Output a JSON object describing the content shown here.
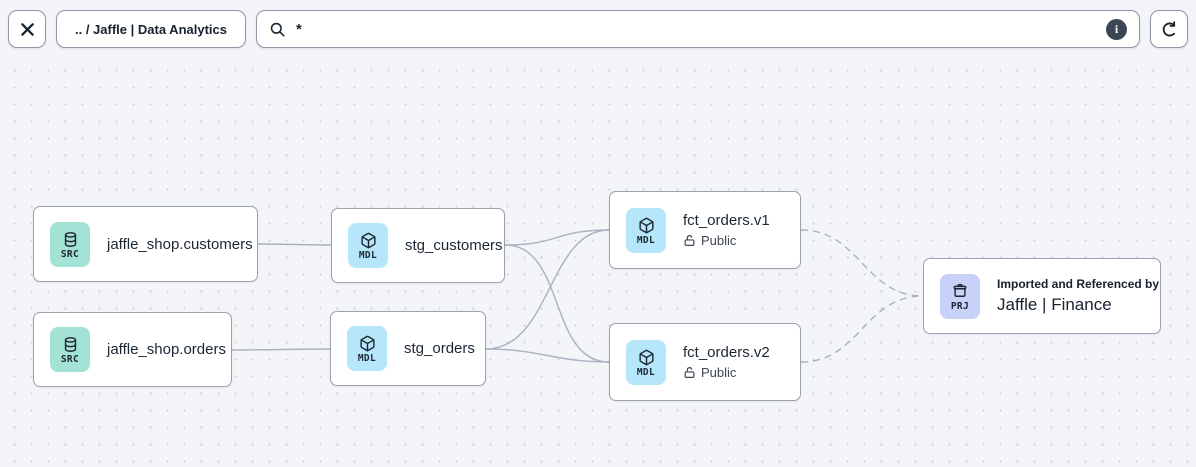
{
  "toolbar": {
    "breadcrumb": ".. / Jaffle | Data Analytics",
    "search_value": "*",
    "info_glyph": "i",
    "icons": {
      "close": "x-icon",
      "search": "magnifier-icon",
      "info": "info-filled-icon",
      "refresh": "rotate-clockwise-icon"
    }
  },
  "graph": {
    "nodes": [
      {
        "badge": "SRC",
        "title": "jaffle_shop.customers",
        "icon": "database-icon"
      },
      {
        "badge": "SRC",
        "title": "jaffle_shop.orders",
        "icon": "database-icon"
      },
      {
        "badge": "MDL",
        "title": "stg_customers",
        "icon": "cube-icon"
      },
      {
        "badge": "MDL",
        "title": "stg_orders",
        "icon": "cube-icon"
      },
      {
        "badge": "MDL",
        "title": "fct_orders.v1",
        "access": "Public",
        "access_icon": "lock-open-icon",
        "icon": "cube-icon"
      },
      {
        "badge": "MDL",
        "title": "fct_orders.v2",
        "access": "Public",
        "access_icon": "lock-open-icon",
        "icon": "cube-icon"
      },
      {
        "badge": "PRJ",
        "subtitle": "Imported and Referenced by",
        "title": "Jaffle | Finance",
        "icon": "archive-box-icon"
      }
    ],
    "edges": [
      {
        "from": "jaffle_shop.customers",
        "to": "stg_customers",
        "style": "solid"
      },
      {
        "from": "jaffle_shop.orders",
        "to": "stg_orders",
        "style": "solid"
      },
      {
        "from": "stg_customers",
        "to": "fct_orders.v1",
        "style": "solid"
      },
      {
        "from": "stg_customers",
        "to": "fct_orders.v2",
        "style": "solid"
      },
      {
        "from": "stg_orders",
        "to": "fct_orders.v1",
        "style": "solid"
      },
      {
        "from": "stg_orders",
        "to": "fct_orders.v2",
        "style": "solid"
      },
      {
        "from": "fct_orders.v1",
        "to": "Jaffle | Finance",
        "style": "dashed"
      },
      {
        "from": "fct_orders.v2",
        "to": "Jaffle | Finance",
        "style": "dashed"
      }
    ]
  },
  "colors": {
    "canvas_bg": "#f4f5f8",
    "dot": "#ccd0da",
    "card_border": "#9aa2ae",
    "edge": "#a9b2c0",
    "src_badge": "#a4e2d6",
    "mdl_badge": "#b5e6f9",
    "prj_badge": "#c8d1f8",
    "text": "#1c2733",
    "info_badge_bg": "#3c4654"
  }
}
